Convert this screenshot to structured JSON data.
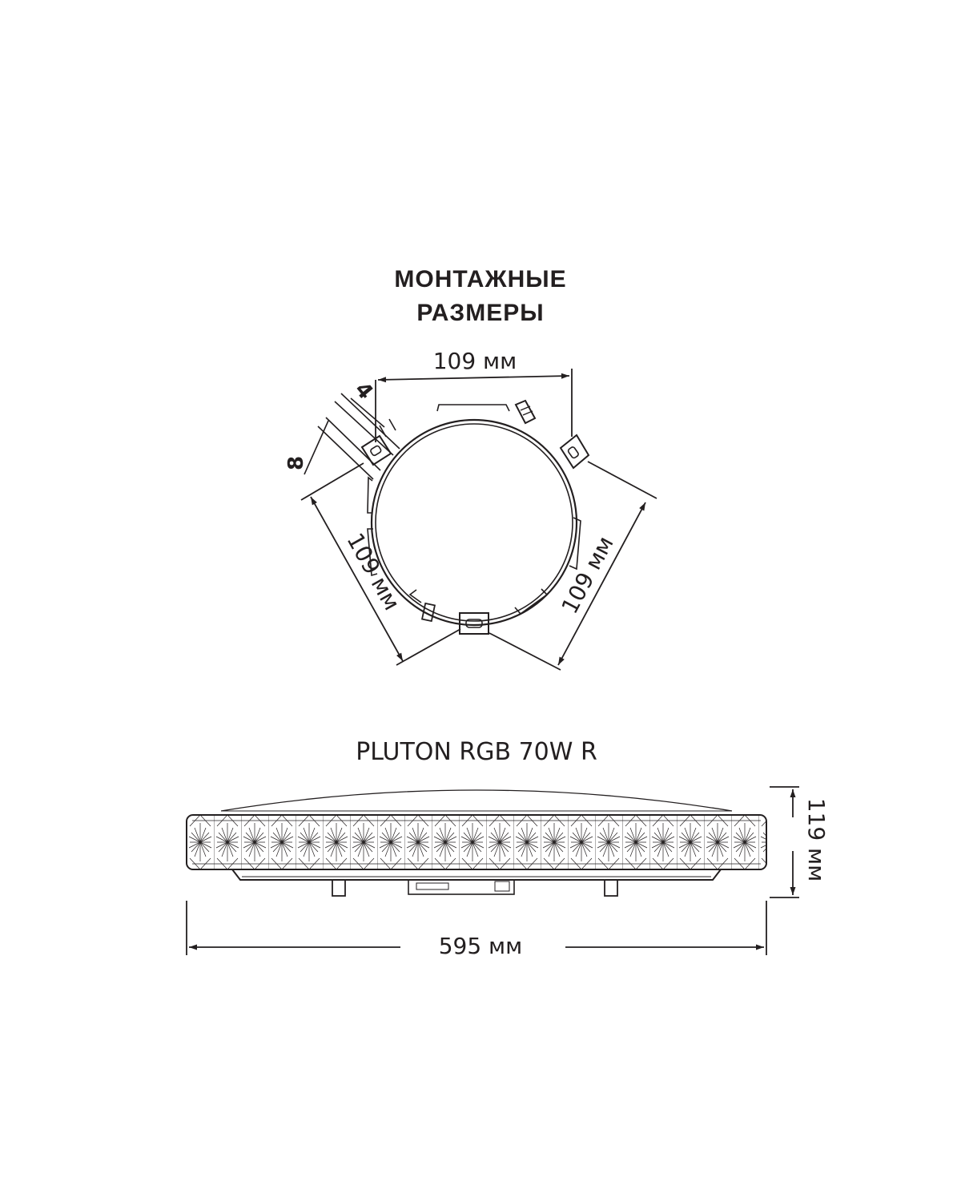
{
  "heading": {
    "line1": "МОНТАЖНЫЕ",
    "line2": "РАЗМЕРЫ"
  },
  "mounting": {
    "top_dimension": "109 мм",
    "left_dimension": "109 мм",
    "right_dimension": "109 мм",
    "small_dim_4": "4",
    "small_dim_8": "8"
  },
  "product": {
    "model": "PLUTON RGB 70W R",
    "width_dimension": "595 мм",
    "height_dimension": "119 мм"
  },
  "colors": {
    "line": "#231f20",
    "background": "#ffffff"
  }
}
